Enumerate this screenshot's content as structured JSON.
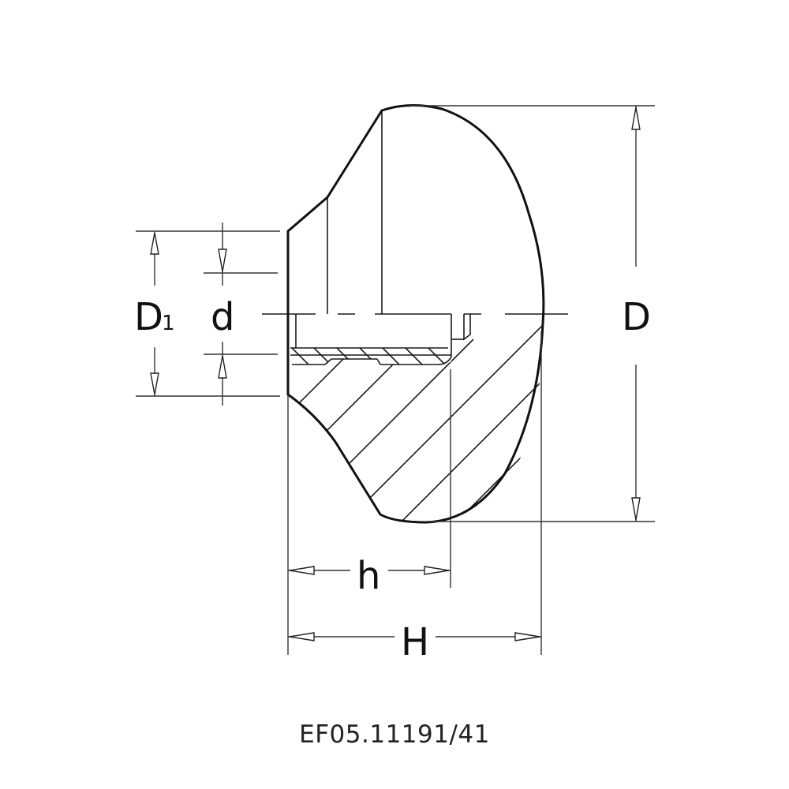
{
  "drawing": {
    "type": "technical-section-drawing",
    "subject": "knob cross-section",
    "dimensions": {
      "D": {
        "label": "D"
      },
      "D1": {
        "label": "D",
        "subscript": "1"
      },
      "d": {
        "label": "d"
      },
      "h": {
        "label": "h"
      },
      "H": {
        "label": "H"
      }
    },
    "colors": {
      "line": "#111111",
      "background": "#ffffff"
    }
  },
  "caption": {
    "code": "EF05.11191/41"
  }
}
